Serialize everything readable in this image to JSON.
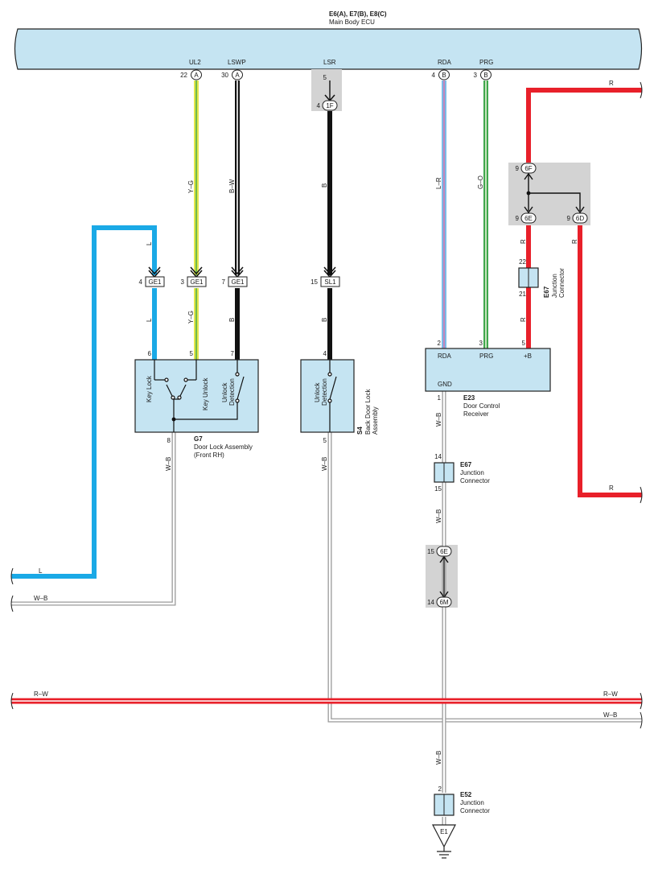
{
  "ecu": {
    "code": "E6(A), E7(B), E8(C)",
    "name": "Main Body ECU",
    "terminals": [
      {
        "name": "UL2",
        "pin": "22",
        "conn": "A"
      },
      {
        "name": "LSWP",
        "pin": "30",
        "conn": "A"
      },
      {
        "name": "LSR",
        "pin": "5",
        "conn": ""
      },
      {
        "name": "RDA",
        "pin": "4",
        "conn": "B"
      },
      {
        "name": "PRG",
        "pin": "3",
        "conn": "B"
      }
    ]
  },
  "wires": {
    "l": "L",
    "yg": "Y–G",
    "bw": "B–W",
    "b": "B",
    "lr": "L–R",
    "go": "G–O",
    "r": "R",
    "wb": "W–B",
    "rw": "R–W"
  },
  "connectors": {
    "ge1": "GE1",
    "sl1": "SL1",
    "c1f": "1F",
    "c6f": "6F",
    "c6e": "6E",
    "c6d": "6D",
    "c6m": "6M"
  },
  "pins": {
    "lsr_top": "5",
    "c1f": "4",
    "ge1_l": "4",
    "ge1_yg": "3",
    "ge1_bw": "7",
    "sl1": "15",
    "g7_6": "6",
    "g7_5": "5",
    "g7_7": "7",
    "g7_8": "8",
    "s4_4": "4",
    "s4_5": "5",
    "e23_2": "2",
    "e23_3": "3",
    "e23_5": "5",
    "e23_1": "1",
    "c6f": "9",
    "c6e": "9",
    "c6d": "9",
    "e67a_22": "22",
    "e67a_21": "21",
    "e67b_14": "14",
    "e67b_15": "15",
    "c6e_15": "15",
    "c6m_14": "14",
    "e52_2": "2"
  },
  "g7": {
    "code": "G7",
    "name": "Door Lock Assembly",
    "name2": "(Front RH)",
    "sw1": "Key Lock",
    "sw2": "Key Unlock",
    "sw3a": "Unlock",
    "sw3b": "Detection"
  },
  "s4": {
    "code": "S4",
    "name": "Back Door Lock",
    "name2": "Assembly",
    "swa": "Unlock",
    "swb": "Detection"
  },
  "e23": {
    "code": "E23",
    "name": "Door Control",
    "name2": "Receiver",
    "t_rda": "RDA",
    "t_prg": "PRG",
    "t_b": "+B",
    "t_gnd": "GND"
  },
  "e67": {
    "code": "E67",
    "name": "Junction",
    "name2": "Connector"
  },
  "e52": {
    "code": "E52",
    "name": "Junction",
    "name2": "Connector"
  },
  "ground": {
    "code": "E1"
  },
  "colors": {
    "box_fill": "#c5e4f2",
    "shade": "#d3d3d3",
    "blue": "#1aa9e6",
    "red": "#e8202a",
    "yellow": "#e3e64a",
    "green": "#3fa74c",
    "lightblue": "#7cbbe8",
    "pink": "#e06ea6",
    "black": "#111111",
    "gray": "#9a9a9a"
  }
}
